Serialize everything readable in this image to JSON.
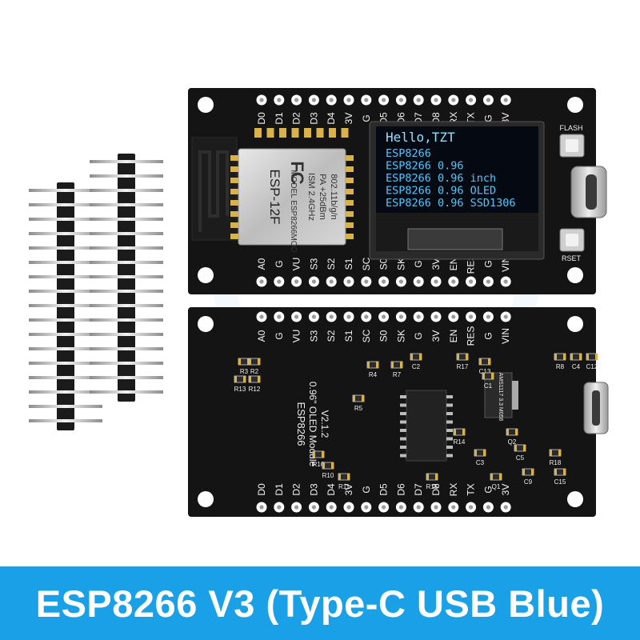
{
  "banner": {
    "title": "ESP8266 V3 (Type-C USB Blue)"
  },
  "colors": {
    "banner": "#1aa0e6",
    "pcb": "#141414",
    "oled_text": "#4fc8ff",
    "gold": "#d9b24a"
  },
  "oled": {
    "lines": [
      "Hello,TZT",
      "ESP8266",
      "ESP8266 0.96",
      "ESP8266 0.96 inch",
      "ESP8266 0.96 OLED",
      "ESP8266 0.96 SSD1306"
    ]
  },
  "board_front": {
    "top_pins": [
      "D0",
      "D1",
      "D2",
      "D3",
      "D4",
      "3V",
      "G",
      "D5",
      "D6",
      "D7",
      "D8",
      "RX",
      "TX",
      "G",
      "3V"
    ],
    "bottom_pins": [
      "A0",
      "G",
      "VU",
      "S3",
      "S2",
      "S1",
      "SC",
      "S0",
      "SK",
      "G",
      "3V",
      "EN",
      "RES",
      "G",
      "VIN"
    ],
    "flash_label": "FLASH",
    "reset_label": "RSET",
    "module": {
      "name": "ESP-12F",
      "model": "MODEL ESP8266MOD",
      "fcc": "FC",
      "line1": "ISM 2.4GHz",
      "line2": "PA +25dBm",
      "line3": "802.11b/g/n"
    }
  },
  "board_back": {
    "top_pins": [
      "A0",
      "G",
      "VU",
      "S3",
      "S2",
      "S1",
      "SC",
      "S0",
      "SK",
      "G",
      "3V",
      "EN",
      "RES",
      "G",
      "VIN"
    ],
    "bottom_pins": [
      "D0",
      "D1",
      "D2",
      "D3",
      "D4",
      "3V",
      "G",
      "D5",
      "D6",
      "D7",
      "D8",
      "RX",
      "TX",
      "G",
      "3V"
    ],
    "title_line1": "ESP8266",
    "title_line2": "0.96\" OLED Module",
    "title_line3": "V2.1.2",
    "components": [
      "R3",
      "R2",
      "R13",
      "R12",
      "R5",
      "R16",
      "R10",
      "R11",
      "R15",
      "R17",
      "R14",
      "R18",
      "R4",
      "R7",
      "R8",
      "C4",
      "C12",
      "C13",
      "C1",
      "C2",
      "C3",
      "C5",
      "C9",
      "C15",
      "Q1",
      "Q2",
      "AMS1117 3.3 M056"
    ]
  }
}
